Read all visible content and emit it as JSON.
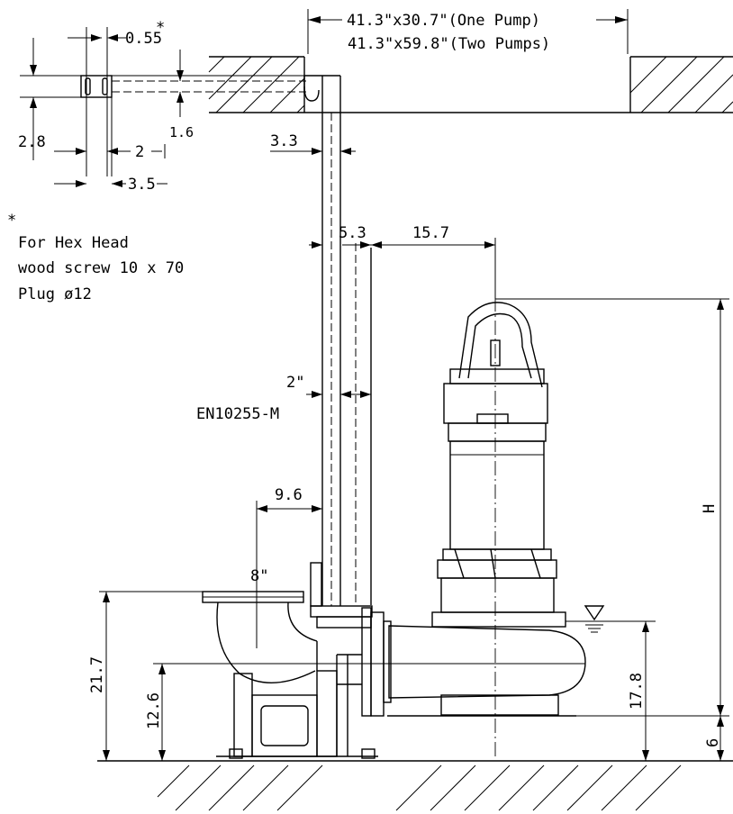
{
  "dimensions": {
    "pit_one_pump": "41.3\"x30.7\"(One Pump)",
    "pit_two_pumps": "41.3\"x59.8\"(Two Pumps)",
    "bracket_width": "0.55",
    "bracket_height": "2.8",
    "bracket_offset": "1.6",
    "bracket_spacing": "2",
    "bracket_total": "3.5",
    "wall_offset": "3.3",
    "rail_gap": "5.3",
    "pump_offset": "15.7",
    "guide_pipe": "2\"",
    "pipe_standard": "EN10255-M",
    "discharge_offset": "9.6",
    "discharge_size": "8\"",
    "outlet_height": "21.7",
    "inlet_height": "12.6",
    "level_height": "17.8",
    "base_height": "6",
    "pump_height": "H"
  },
  "note": {
    "asterisk": "*",
    "line1": "For Hex Head",
    "line2": "wood screw 10 x 70",
    "line3": "Plug ø12"
  }
}
